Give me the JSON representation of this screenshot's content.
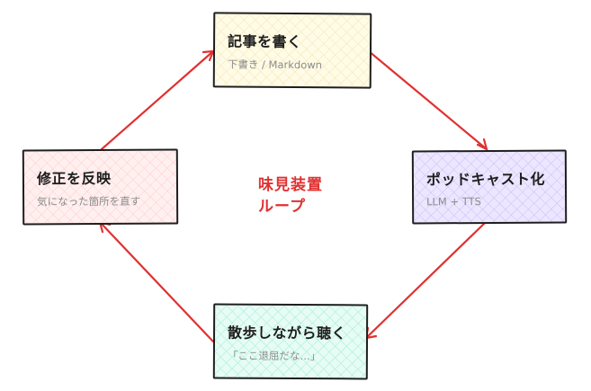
{
  "diagram": {
    "center_label": {
      "line1": "味見装置",
      "line2": "ループ",
      "color": "#e03131"
    },
    "nodes": [
      {
        "id": "write",
        "title": "記事を書く",
        "subtitle": "下書き / Markdown",
        "fill": "#fff9db",
        "hatch": "#f5e9a8"
      },
      {
        "id": "podcast",
        "title": "ポッドキャスト化",
        "subtitle": "LLM + TTS",
        "fill": "#e5dbff",
        "hatch": "#c5b8f5"
      },
      {
        "id": "listen",
        "title": "散歩しながら聴く",
        "subtitle": "「ここ退屈だな…」",
        "fill": "#c3fae8",
        "hatch": "#96ecd2"
      },
      {
        "id": "revise",
        "title": "修正を反映",
        "subtitle": "気になった箇所を直す",
        "fill": "#ffe3e3",
        "hatch": "#ffc4c4"
      }
    ],
    "edges": [
      {
        "from": "write",
        "to": "podcast"
      },
      {
        "from": "podcast",
        "to": "listen"
      },
      {
        "from": "listen",
        "to": "revise"
      },
      {
        "from": "revise",
        "to": "write"
      }
    ],
    "edge_color": "#e03131"
  }
}
